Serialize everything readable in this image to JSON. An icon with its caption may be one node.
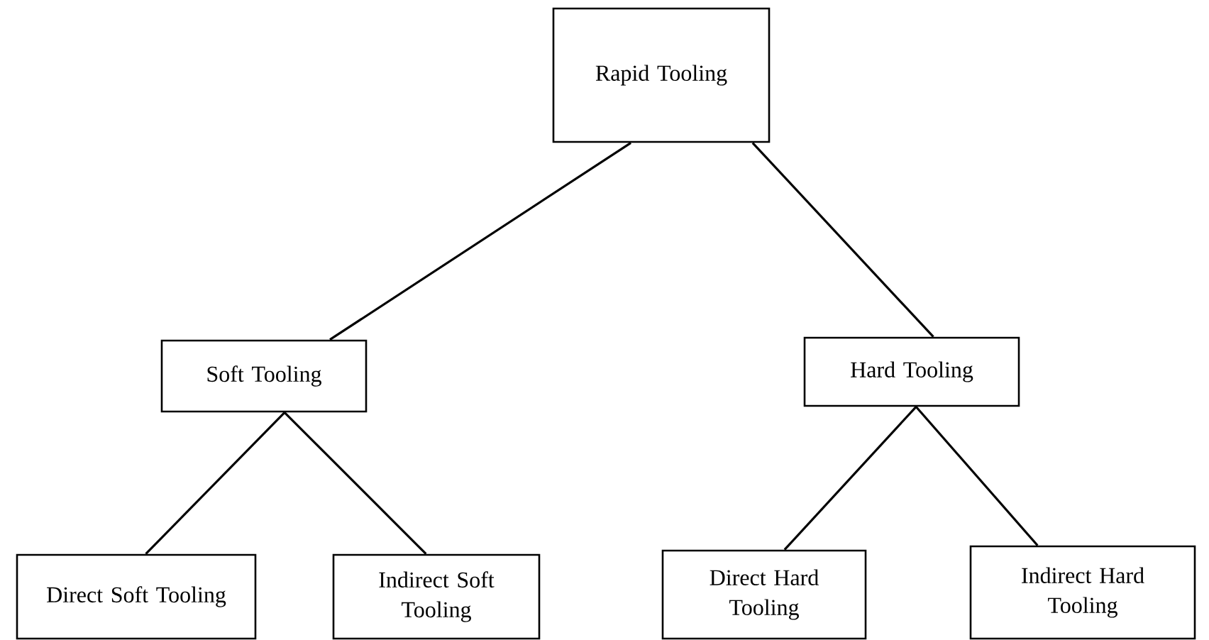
{
  "diagram": {
    "nodes": [
      {
        "text": [
          "Rapid Tooling"
        ]
      },
      {
        "text": [
          "Soft Tooling"
        ]
      },
      {
        "text": [
          "Hard Tooling"
        ]
      },
      {
        "text": [
          "Direct Soft Tooling"
        ]
      },
      {
        "text": [
          "Indirect Soft Tooling"
        ]
      },
      {
        "text": [
          "Direct Hard Tooling"
        ]
      },
      {
        "text": [
          "Indirect Hard Tooling"
        ]
      }
    ],
    "edges": [
      {
        "from": 0,
        "to": 1,
        "arrow": "none"
      },
      {
        "from": 0,
        "to": 2,
        "arrow": "none"
      },
      {
        "from": 1,
        "to": 3,
        "arrow": "none"
      },
      {
        "from": 1,
        "to": 4,
        "arrow": "none"
      },
      {
        "from": 2,
        "to": 5,
        "arrow": "none"
      },
      {
        "from": 2,
        "to": 6,
        "arrow": "none"
      }
    ]
  }
}
